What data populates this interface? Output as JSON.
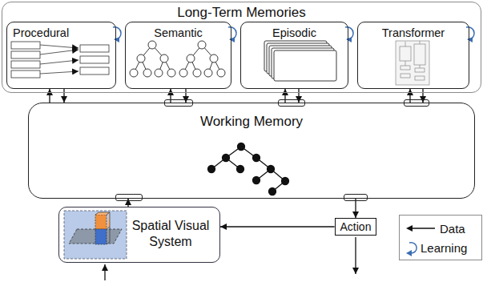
{
  "diagram": {
    "nodes": [
      {
        "text": [
          "Long-Term Memories"
        ]
      },
      {
        "text": [
          "Procedural"
        ],
        "in": 0
      },
      {
        "text": [
          "Semantic"
        ],
        "in": 0
      },
      {
        "text": [
          "Episodic"
        ],
        "in": 0
      },
      {
        "text": [
          "Transformer"
        ],
        "in": 0
      },
      {
        "text": [
          "Working Memory"
        ]
      },
      {
        "text": [
          "Spatial Visual System"
        ]
      },
      {
        "text": [
          "Action"
        ]
      }
    ],
    "edges": [
      {
        "from": 5,
        "to": 1,
        "arrow": "to"
      },
      {
        "from": 1,
        "to": 5,
        "arrow": "to"
      },
      {
        "from": 5,
        "to": 2,
        "arrow": "to"
      },
      {
        "from": 2,
        "to": 5,
        "arrow": "to"
      },
      {
        "from": 5,
        "to": 3,
        "arrow": "to"
      },
      {
        "from": 3,
        "to": 5,
        "arrow": "to"
      },
      {
        "from": 5,
        "to": 4,
        "arrow": "to"
      },
      {
        "from": 4,
        "to": 5,
        "arrow": "to"
      },
      {
        "from": 6,
        "to": 5,
        "arrow": "to"
      },
      {
        "from": 5,
        "to": 7,
        "arrow": "to"
      },
      {
        "from": 7,
        "to": 6,
        "arrow": "to"
      }
    ],
    "legend": [
      {
        "text": "Data"
      },
      {
        "text": "Learning"
      }
    ]
  }
}
